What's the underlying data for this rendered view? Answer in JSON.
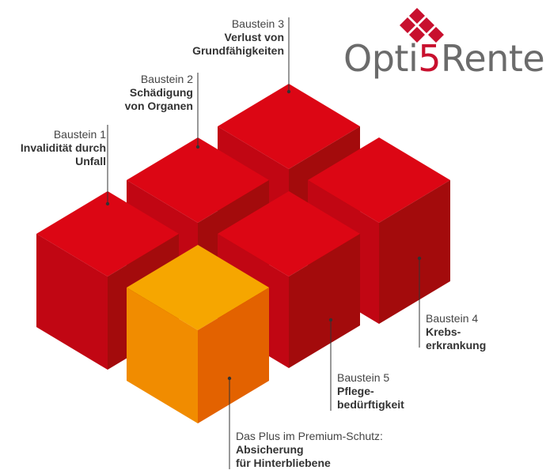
{
  "logo": {
    "part1": "Opti",
    "part2": "5",
    "part3": "Rente",
    "accent": "#c8102e",
    "text_color": "#6b6b6b"
  },
  "colors": {
    "red_top": "#dc0614",
    "red_left": "#c10613",
    "red_right": "#a30b0c",
    "orange_top": "#f6a600",
    "orange_left": "#f18c00",
    "orange_right": "#e36200",
    "leader": "#333333"
  },
  "blocks": [
    {
      "subtitle": "Baustein 1",
      "title_lines": [
        "Invalidität durch",
        "Unfall"
      ]
    },
    {
      "subtitle": "Baustein 2",
      "title_lines": [
        "Schädigung",
        "von Organen"
      ]
    },
    {
      "subtitle": "Baustein 3",
      "title_lines": [
        "Verlust von",
        "Grundfähigkeiten"
      ]
    },
    {
      "subtitle": "Baustein 4",
      "title_lines": [
        "Krebs-",
        "erkrankung"
      ]
    },
    {
      "subtitle": "Baustein 5",
      "title_lines": [
        "Pflege-",
        "bedürftigkeit"
      ]
    },
    {
      "subtitle": "Das Plus im Premium-Schutz:",
      "title_lines": [
        "Absicherung",
        "für Hinterbliebene"
      ]
    }
  ]
}
